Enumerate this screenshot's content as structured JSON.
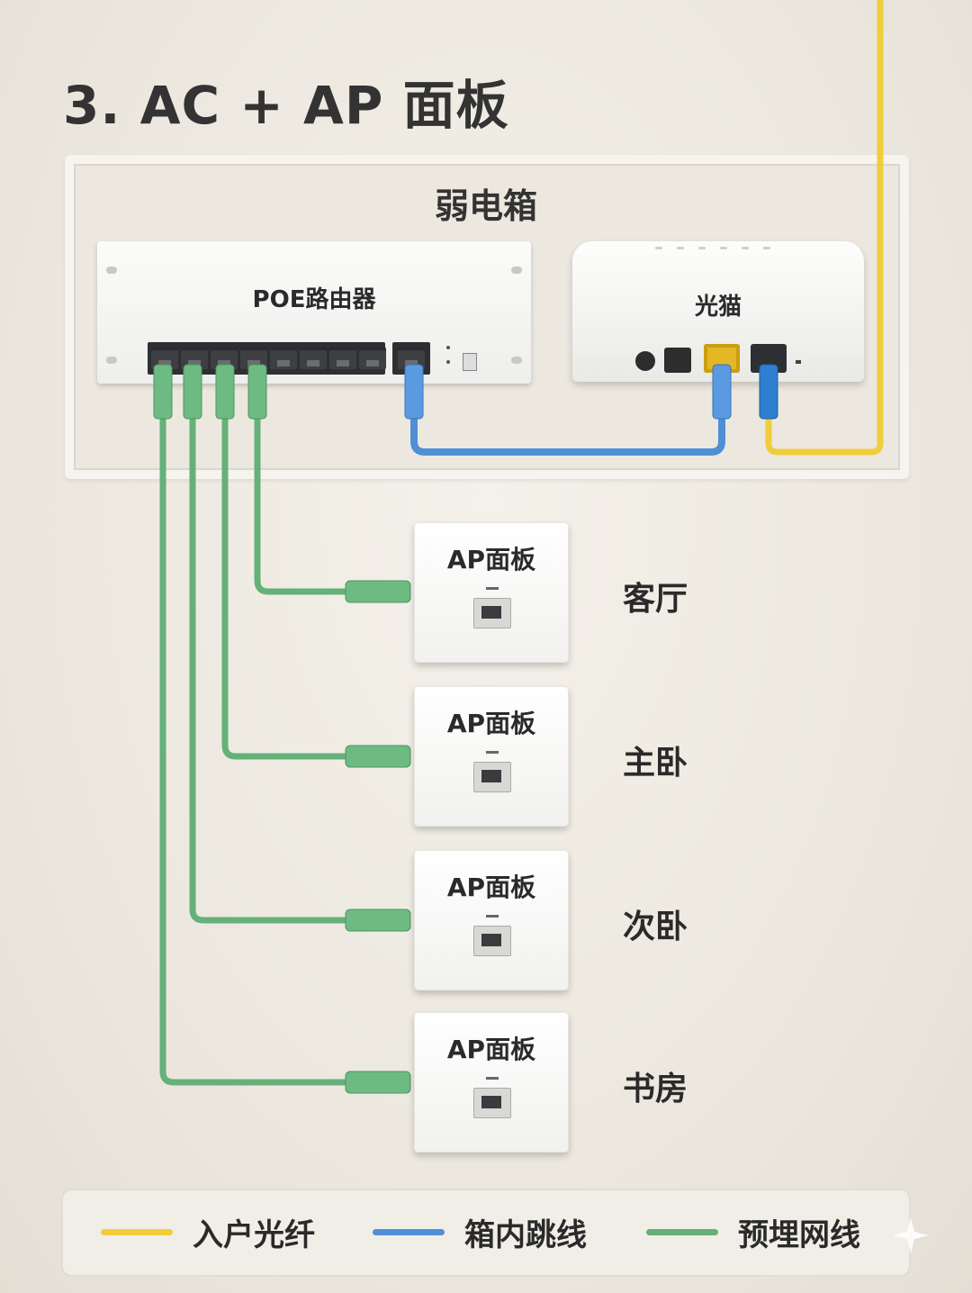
{
  "title": "3. AC + AP 面板",
  "cabinet": {
    "title": "弱电箱"
  },
  "router": {
    "label": "POE路由器"
  },
  "modem": {
    "label": "光猫"
  },
  "ap_panels": [
    {
      "label": "AP面板",
      "room": "客厅"
    },
    {
      "label": "AP面板",
      "room": "主卧"
    },
    {
      "label": "AP面板",
      "room": "次卧"
    },
    {
      "label": "AP面板",
      "room": "书房"
    }
  ],
  "legend": [
    {
      "label": "入户光纤",
      "color": "#f0cd3a"
    },
    {
      "label": "箱内跳线",
      "color": "#4f8fd6"
    },
    {
      "label": "预埋网线",
      "color": "#66b07a"
    }
  ],
  "colors": {
    "fiber": "#f0cd3a",
    "patch": "#4f8fd6",
    "embedded": "#66b07a"
  }
}
